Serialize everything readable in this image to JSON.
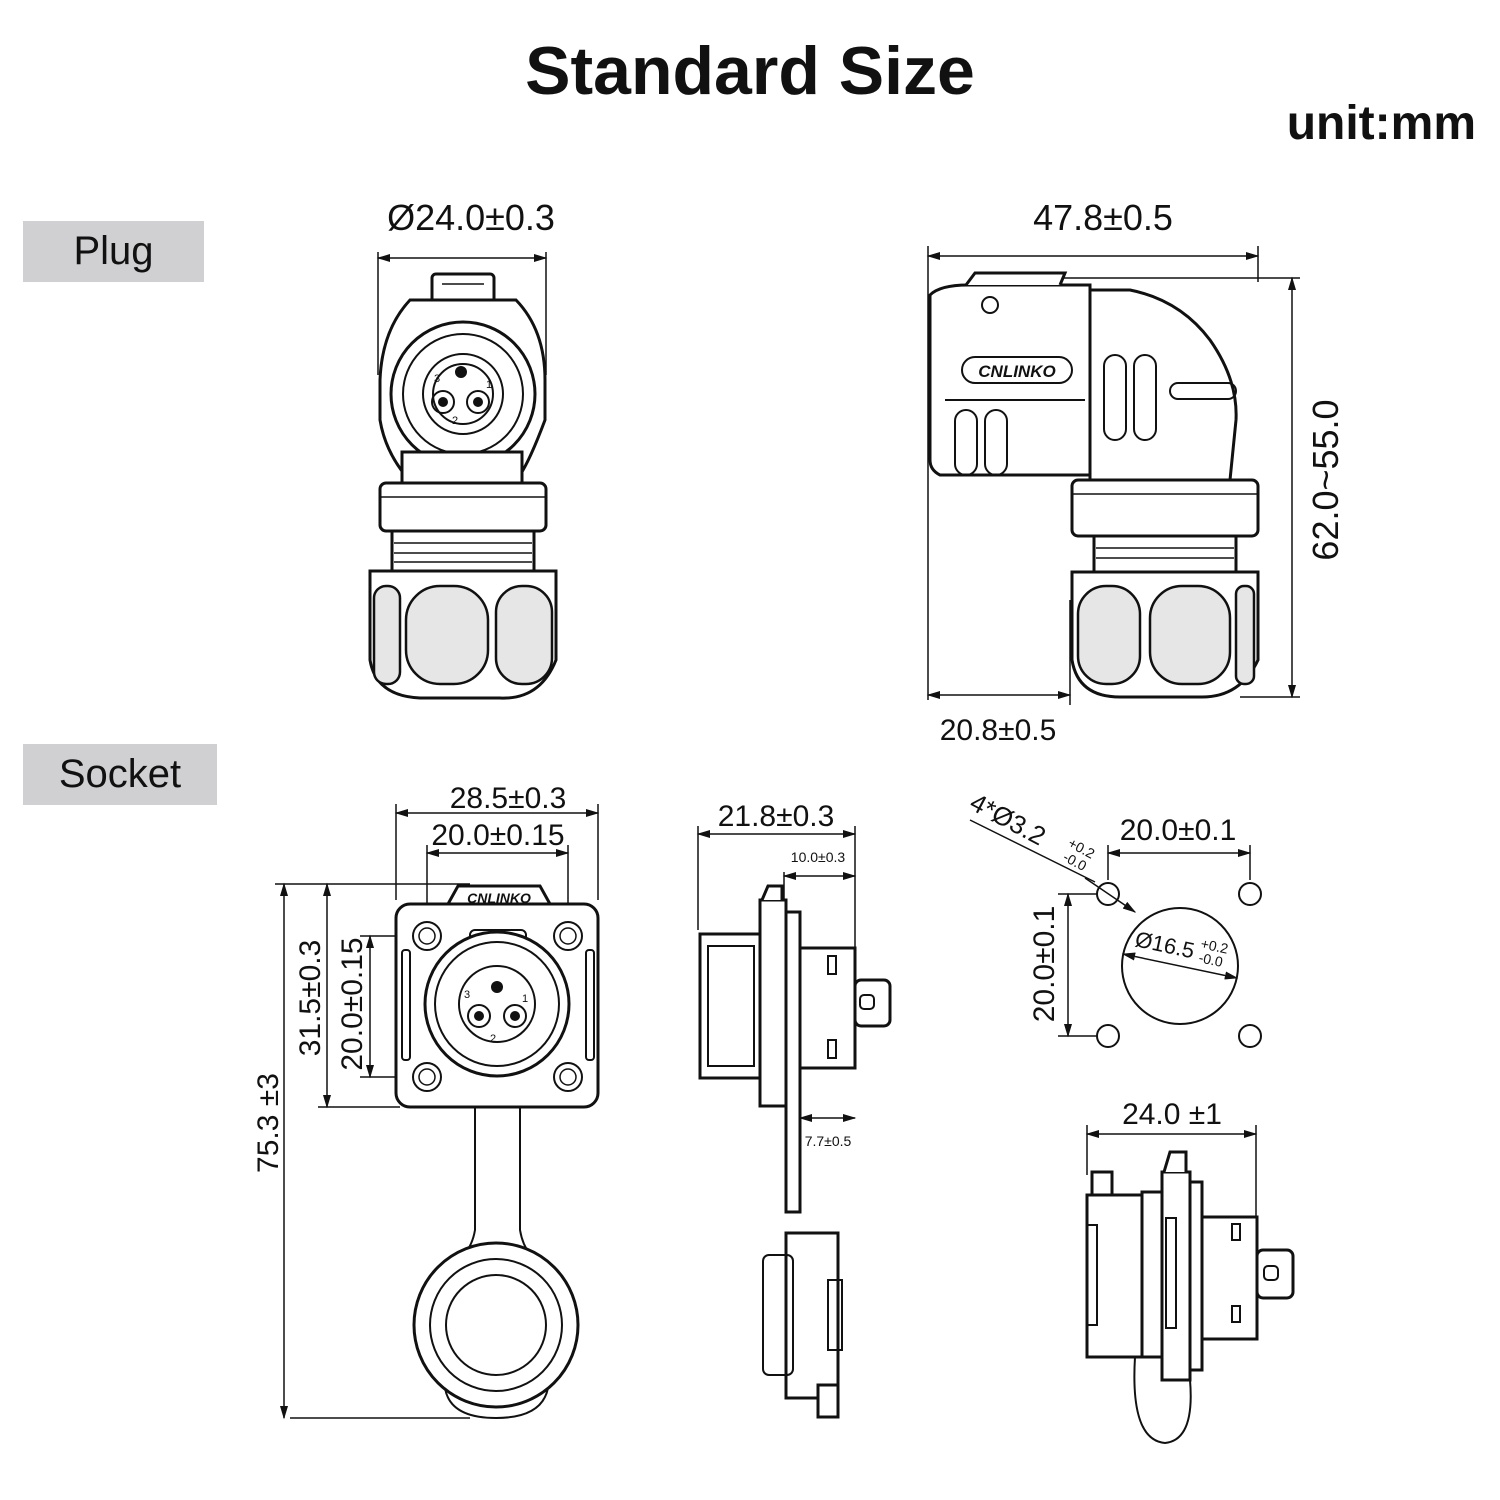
{
  "header": {
    "title": "Standard Size",
    "unit": "unit:mm"
  },
  "sections": {
    "plug": "Plug",
    "socket": "Socket"
  },
  "logo_text": "CNLINKO",
  "plug": {
    "front_diameter": "Ø24.0±0.3",
    "side_width": "47.8±0.5",
    "side_height": "62.0~55.0",
    "side_base": "20.8±0.5",
    "pins": [
      "1",
      "2",
      "3"
    ]
  },
  "socket": {
    "front_outer_width": "28.5±0.3",
    "front_hole_spacing": "20.0±0.15",
    "front_outer_height": "31.5±0.3",
    "front_hole_spacing_v": "20.0±0.15",
    "total_length": "75.3 ±3",
    "side_depth": "21.8±0.3",
    "side_front_depth": "10.0±0.3",
    "side_panel_depth": "7.7±0.5",
    "cutout_holes": "4*Ø3.2",
    "cutout_holes_tol_plus": "+0.2",
    "cutout_holes_tol_minus": "-0.0",
    "cutout_spacing_h": "20.0±0.1",
    "cutout_spacing_v": "20.0±0.1",
    "cutout_diameter": "Ø16.5",
    "cutout_diameter_tol_plus": "+0.2",
    "cutout_diameter_tol_minus": "-0.0",
    "rear_width": "24.0 ±1"
  }
}
